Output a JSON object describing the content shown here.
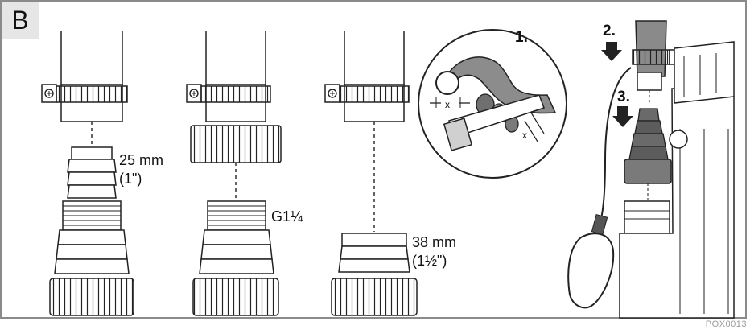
{
  "panel_label": "B",
  "labels": {
    "hose1_size": "25 mm",
    "hose1_inch": "(1\")",
    "thread": "G1¼",
    "hose3_size": "38 mm",
    "hose3_inch": "(1½\")",
    "cut_mark_1": "x",
    "cut_mark_2": "x"
  },
  "steps": {
    "step1": "1.",
    "step2": "2.",
    "step3": "3."
  },
  "figure_code": "POX0013"
}
